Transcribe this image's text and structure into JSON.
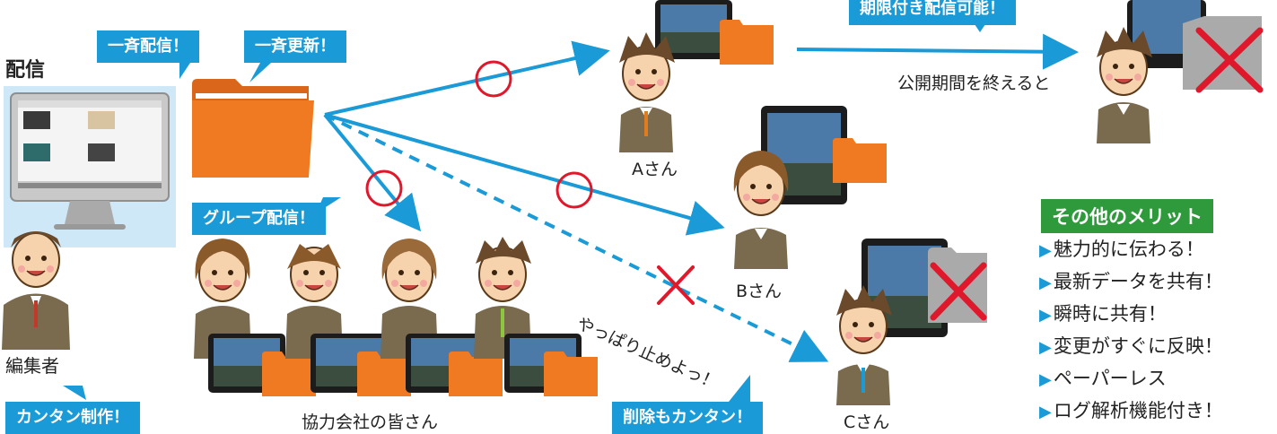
{
  "labels": {
    "distribution": "配信",
    "editor": "編集者",
    "person_a": "Aさん",
    "person_b": "Bさん",
    "person_c": "Cさん",
    "partners": "協力会社の皆さん",
    "after_period": "公開期間を終えると",
    "cancel_note": "やっぱり止めよっ！"
  },
  "bubbles": {
    "bulk_send": "一斉配信！",
    "bulk_update": "一斉更新！",
    "group_send": "グループ配信！",
    "easy_create": "カンタン制作！",
    "easy_delete": "削除もカンタン！",
    "time_limited": "期限付き配信可能！"
  },
  "merits": {
    "title": "その他のメリット",
    "items": [
      "魅力的に伝わる！",
      "最新データを共有！",
      "瞬時に共有！",
      "変更がすぐに反映！",
      "ペーパーレス",
      "ログ解析機能付き！"
    ]
  },
  "colors": {
    "accent": "#1a9ad6",
    "folder": "#f07a22",
    "mark": "#e0182b",
    "merit": "#2f9a3c"
  }
}
